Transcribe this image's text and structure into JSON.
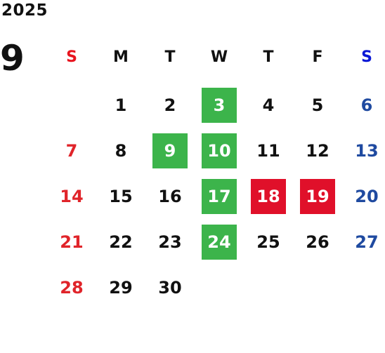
{
  "calendar": {
    "year": "2025",
    "month": "9",
    "weekdays": [
      "S",
      "M",
      "T",
      "W",
      "T",
      "F",
      "S"
    ],
    "weeks": [
      [
        "",
        "1",
        "2",
        "3",
        "4",
        "5",
        "6"
      ],
      [
        "7",
        "8",
        "9",
        "10",
        "11",
        "12",
        "13"
      ],
      [
        "14",
        "15",
        "16",
        "17",
        "18",
        "19",
        "20"
      ],
      [
        "21",
        "22",
        "23",
        "24",
        "25",
        "26",
        "27"
      ],
      [
        "28",
        "29",
        "30",
        "",
        "",
        "",
        ""
      ]
    ],
    "highlighted_green": [
      "3",
      "9",
      "10",
      "17",
      "24"
    ],
    "highlighted_red": [
      "18",
      "19"
    ],
    "colors": {
      "sunday": "#e0242a",
      "saturday": "#1f4aa0",
      "green_highlight": "#3cb44b",
      "red_highlight": "#e0102a"
    }
  }
}
